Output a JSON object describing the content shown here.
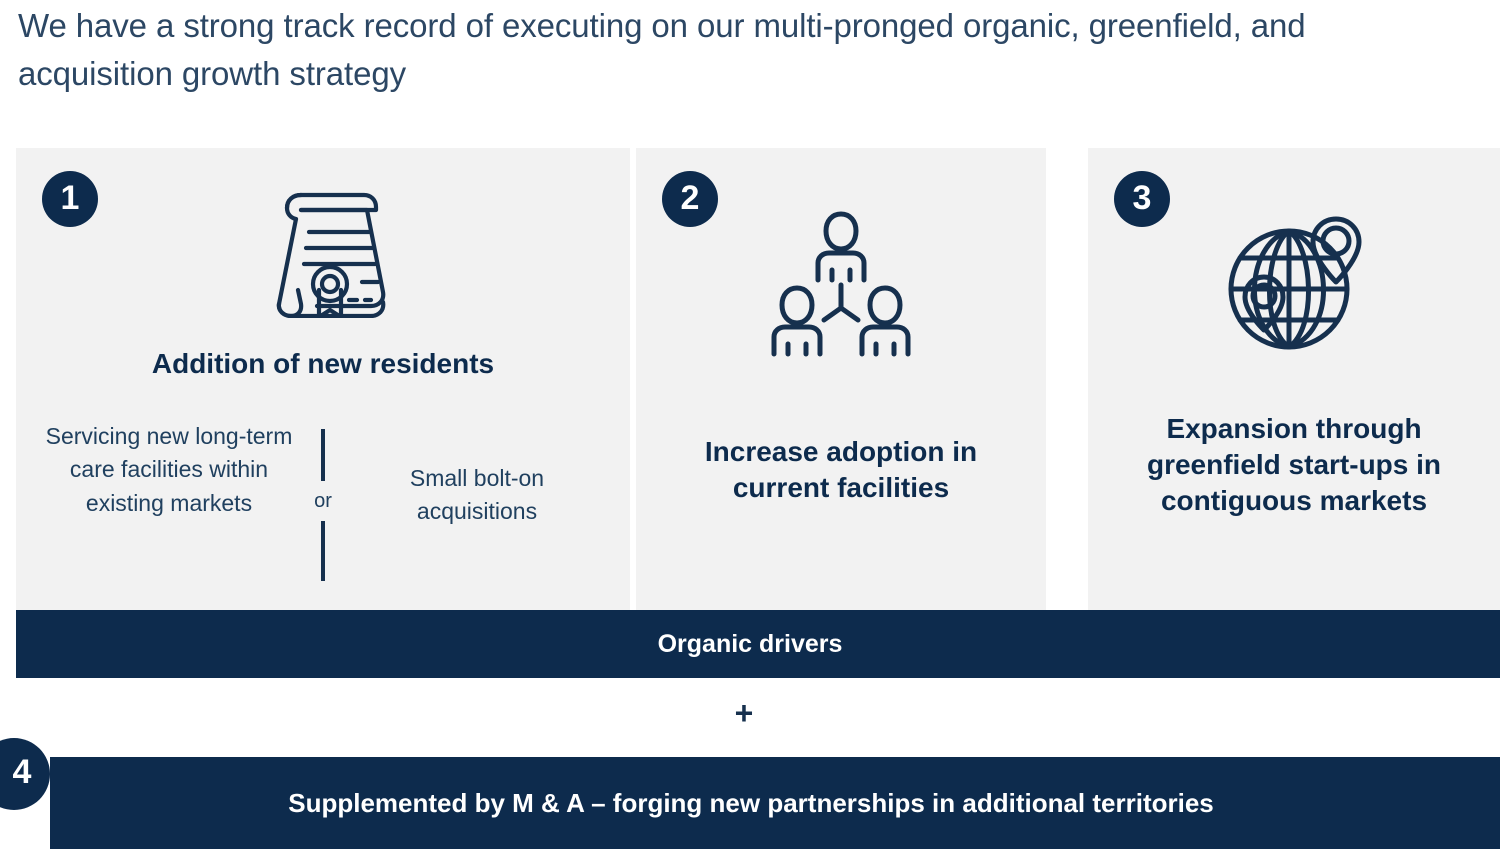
{
  "headline": "We have a strong track record of executing on our multi-pronged organic, greenfield, and acquisition growth strategy",
  "colors": {
    "navy": "#0d2b4d",
    "headline_text": "#2c4764",
    "card_background": "#f2f2f2",
    "body_text": "#20405f",
    "bar_text": "#ffffff"
  },
  "cards": [
    {
      "number": "1",
      "icon": "certificate-scroll-icon",
      "title": "Addition of new residents",
      "split": {
        "left": "Servicing new long-term care facilities within existing markets",
        "connector": "or",
        "right": "Small bolt-on acquisitions"
      }
    },
    {
      "number": "2",
      "icon": "people-group-icon",
      "title": "Increase adoption in current facilities"
    },
    {
      "number": "3",
      "icon": "globe-location-pin-icon",
      "title": "Expansion through greenfield start-ups in contiguous markets"
    }
  ],
  "organic_bar": {
    "label": "Organic drivers"
  },
  "plus": {
    "symbol": "+"
  },
  "bottom_bar": {
    "number": "4",
    "label": "Supplemented by M & A – forging new partnerships in additional territories"
  }
}
